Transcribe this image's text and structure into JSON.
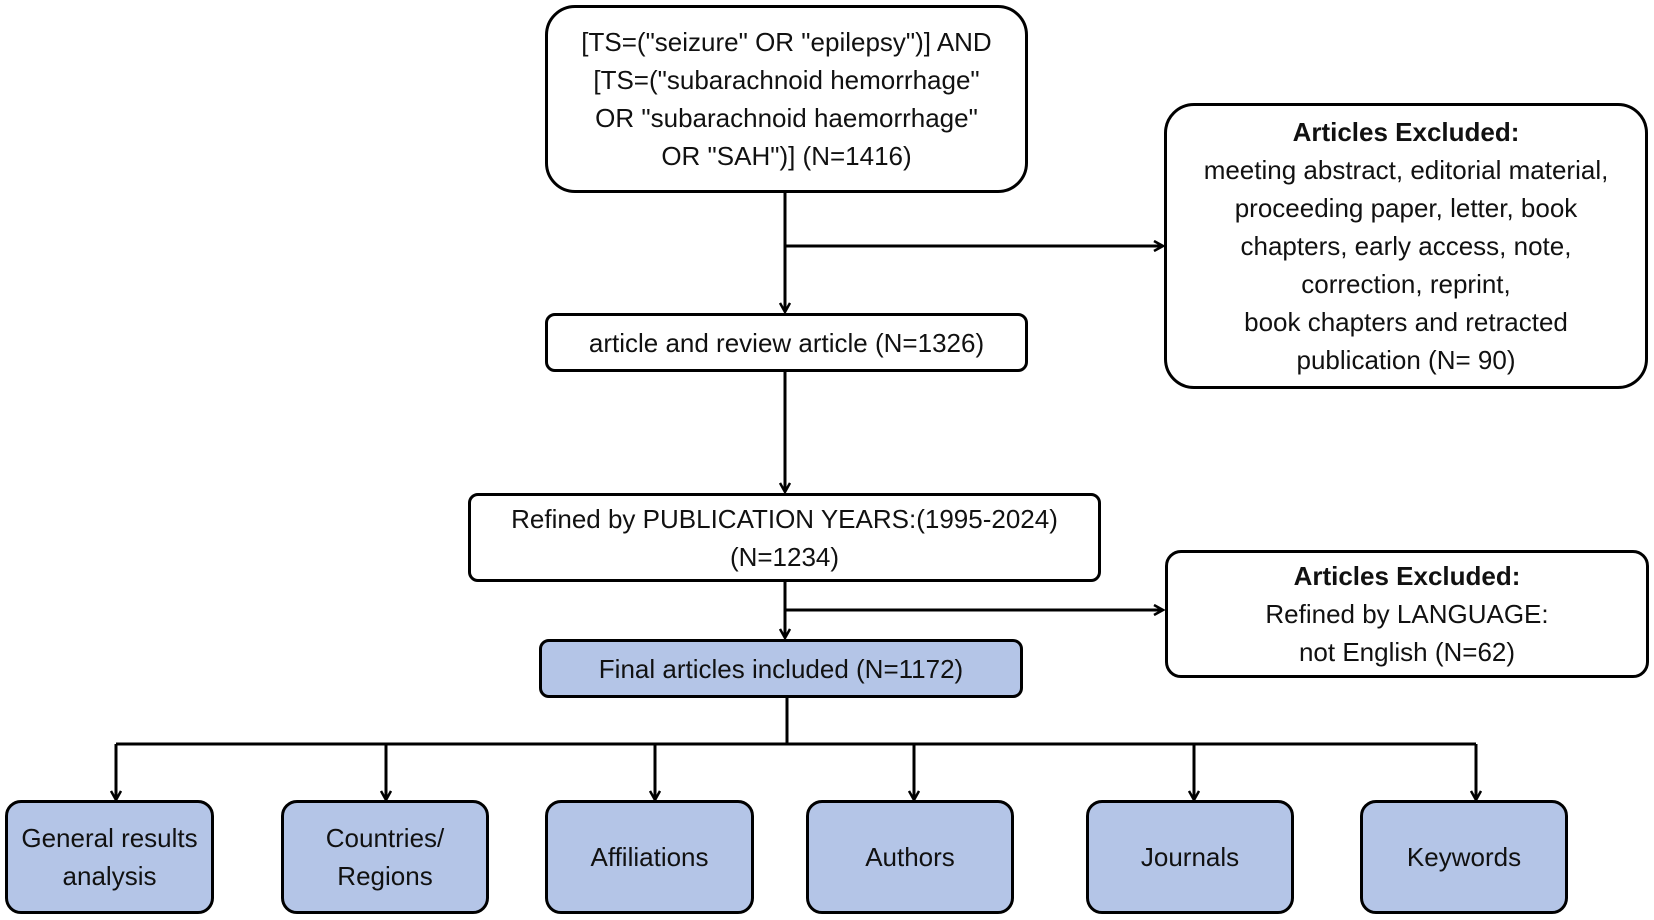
{
  "colors": {
    "stroke": "#000000",
    "final_fill": "#b4c5e7",
    "outcome_fill": "#b4c5e7",
    "box_fill": "#ffffff"
  },
  "query_box": {
    "lines": [
      "[TS=(\"seizure\" OR \"epilepsy\")] AND",
      "[TS=(\"subarachnoid hemorrhage\"",
      "OR \"subarachnoid haemorrhage\"",
      "OR \"SAH\")] (N=1416)"
    ]
  },
  "exclusion_1": {
    "heading": "Articles Excluded:",
    "lines": [
      "meeting abstract, editorial material,",
      "proceeding paper, letter, book",
      "chapters, early access, note,",
      "correction, reprint,",
      "book chapters and retracted",
      "publication (N= 90)"
    ]
  },
  "step_article": {
    "text": "article and review article (N=1326)"
  },
  "step_years": {
    "lines": [
      "Refined by PUBLICATION YEARS:(1995-2024)",
      "(N=1234)"
    ]
  },
  "exclusion_2": {
    "heading": "Articles Excluded:",
    "lines": [
      "Refined by LANGUAGE:",
      "not English (N=62)"
    ]
  },
  "final": {
    "text": "Final articles included (N=1172)"
  },
  "outcomes": [
    {
      "lines": [
        "General results",
        "analysis"
      ]
    },
    {
      "lines": [
        "Countries/",
        "Regions"
      ]
    },
    {
      "lines": [
        "Affiliations"
      ]
    },
    {
      "lines": [
        "Authors"
      ]
    },
    {
      "lines": [
        "Journals"
      ]
    },
    {
      "lines": [
        "Keywords"
      ]
    }
  ]
}
